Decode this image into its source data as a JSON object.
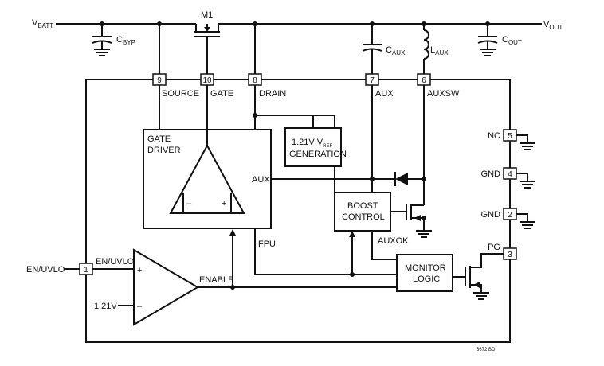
{
  "rails": {
    "vbatt": "V",
    "vbatt_sub": "BATT",
    "vout": "V",
    "vout_sub": "OUT"
  },
  "components": {
    "m1": "M1",
    "cbyp": "C",
    "cbyp_sub": "BYP",
    "caux": "C",
    "caux_sub": "AUX",
    "laux": "L",
    "laux_sub": "AUX",
    "cout": "C",
    "cout_sub": "OUT"
  },
  "pins": [
    {
      "num": "9",
      "name": "SOURCE"
    },
    {
      "num": "10",
      "name": "GATE"
    },
    {
      "num": "8",
      "name": "DRAIN"
    },
    {
      "num": "7",
      "name": "AUX"
    },
    {
      "num": "6",
      "name": "AUXSW"
    },
    {
      "num": "5",
      "name": "NC"
    },
    {
      "num": "4",
      "name": "GND"
    },
    {
      "num": "2",
      "name": "GND"
    },
    {
      "num": "3",
      "name": "PG"
    },
    {
      "num": "1",
      "name": "EN/UVLO"
    }
  ],
  "blocks": {
    "gate_driver_l1": "GATE",
    "gate_driver_l2": "DRIVER",
    "gate_driver_aux": "AUX",
    "vref_l1a": "1.21V V",
    "vref_l1_sub": "REF",
    "vref_l2": "GENERATION",
    "boost_l1": "BOOST",
    "boost_l2": "CONTROL",
    "monitor_l1": "MONITOR",
    "monitor_l2": "LOGIC"
  },
  "signals": {
    "en_uvlo_in": "EN/UVLO",
    "en_uvlo_node": "EN/UVLO",
    "ref": "1.21V",
    "enable": "ENABLE",
    "fpu": "FPU",
    "auxok": "AUXOK",
    "plus": "+",
    "minus": "–"
  },
  "figure_id": "8672 BD"
}
